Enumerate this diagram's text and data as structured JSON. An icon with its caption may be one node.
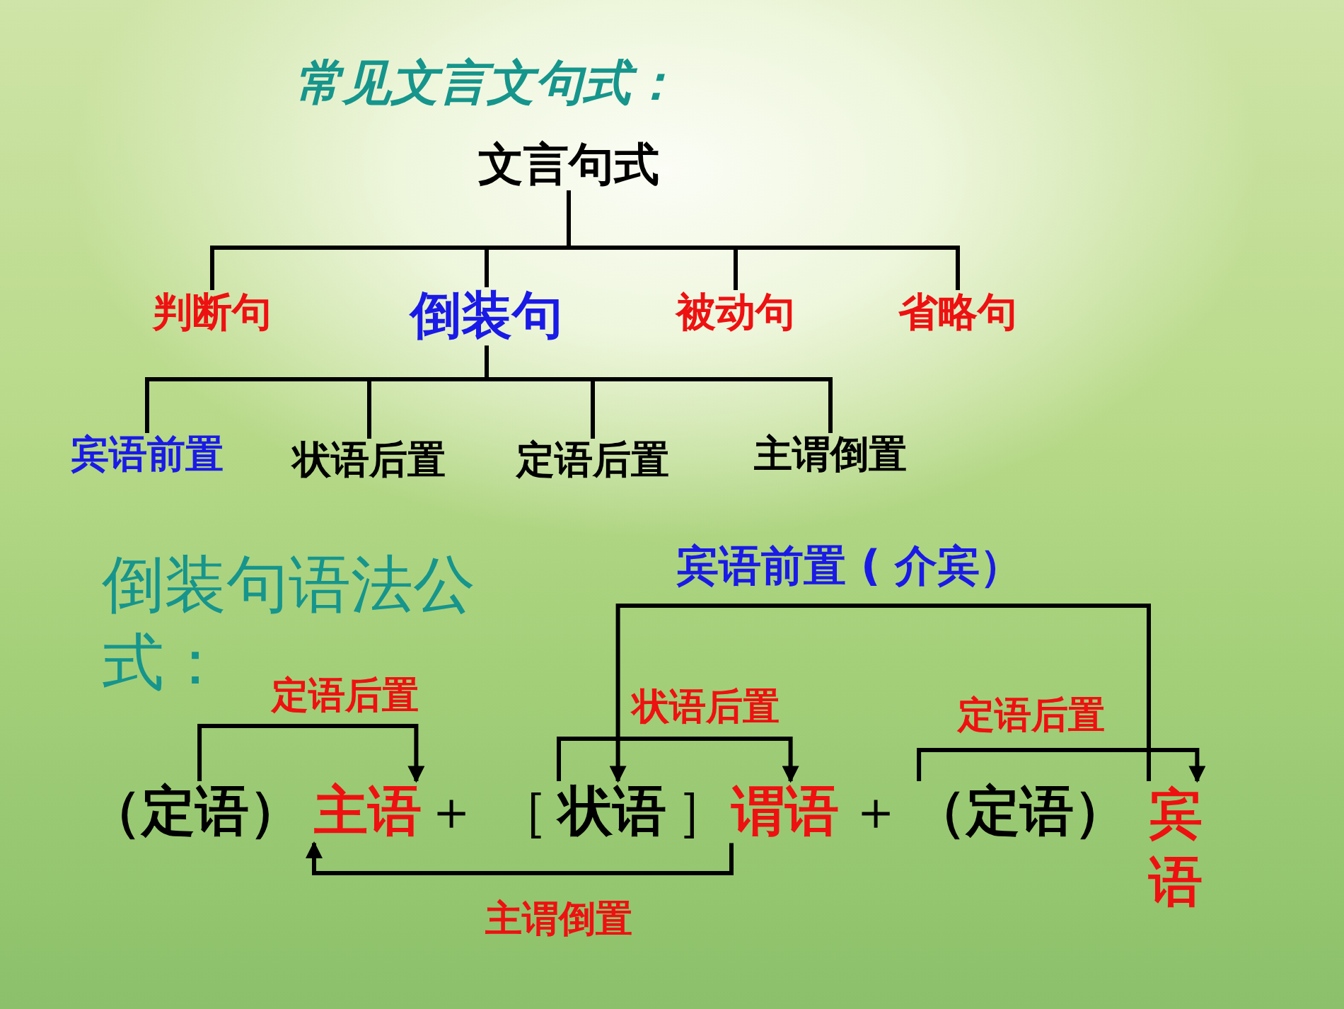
{
  "diagram": {
    "title": "常见文言文句式：",
    "nodes": [
      {
        "text": [
          "文言句式"
        ]
      },
      {
        "text": [
          "判断句"
        ]
      },
      {
        "text": [
          "倒装句"
        ]
      },
      {
        "text": [
          "被动句"
        ]
      },
      {
        "text": [
          "省略句"
        ]
      },
      {
        "text": [
          "宾语前置"
        ]
      },
      {
        "text": [
          "状语后置"
        ]
      },
      {
        "text": [
          "定语后置"
        ]
      },
      {
        "text": [
          "主谓倒置"
        ]
      },
      {
        "text": [
          "（定语）"
        ]
      },
      {
        "text": [
          "主语"
        ]
      },
      {
        "text": [
          "状语"
        ]
      },
      {
        "text": [
          "谓语"
        ]
      },
      {
        "text": [
          "（定语）"
        ]
      },
      {
        "text": [
          "宾语"
        ]
      }
    ],
    "edges": [
      {
        "from": 0,
        "to": 1,
        "arrow": "none"
      },
      {
        "from": 0,
        "to": 2,
        "arrow": "none"
      },
      {
        "from": 0,
        "to": 3,
        "arrow": "none"
      },
      {
        "from": 0,
        "to": 4,
        "arrow": "none"
      },
      {
        "from": 2,
        "to": 5,
        "arrow": "none"
      },
      {
        "from": 2,
        "to": 6,
        "arrow": "none"
      },
      {
        "from": 2,
        "to": 7,
        "arrow": "none"
      },
      {
        "from": 2,
        "to": 8,
        "arrow": "none"
      },
      {
        "from": 9,
        "to": 10,
        "arrow": "to",
        "label": "定语后置"
      },
      {
        "from": 11,
        "to": 12,
        "arrow": "to",
        "label": "状语后置"
      },
      {
        "from": 13,
        "to": 14,
        "arrow": "to",
        "label": "定语后置"
      },
      {
        "from": 14,
        "to": 11,
        "arrow": "to",
        "label": "宾语前置 ( 介宾）"
      },
      {
        "from": 12,
        "to": 10,
        "arrow": "to",
        "label": "主谓倒置"
      }
    ],
    "labels": [
      "倒装句语法公式：",
      "＋",
      "［",
      "］",
      "＋"
    ]
  }
}
